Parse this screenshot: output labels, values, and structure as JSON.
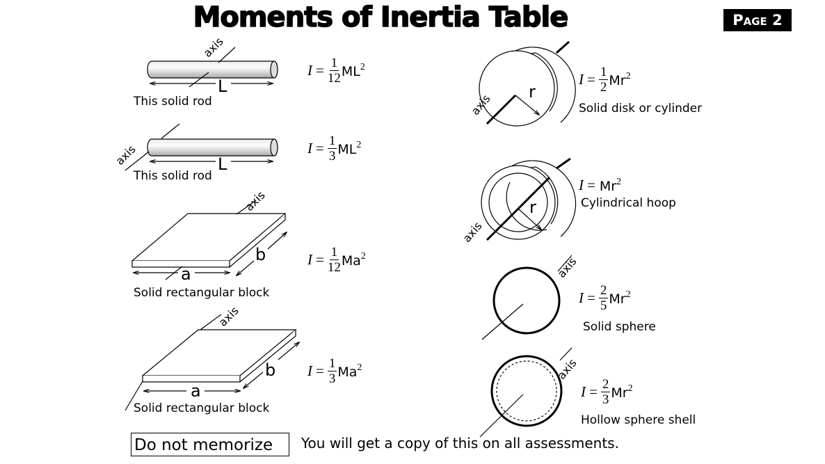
{
  "title": "Moments of Inertia Table",
  "page_badge": "Page 2",
  "axis_label": "axis",
  "items": [
    {
      "label": "This solid rod",
      "dim": "L",
      "I": "I",
      "eq": "=",
      "num": "1",
      "den": "12",
      "expr": "ML",
      "pow": "2"
    },
    {
      "label": "This solid rod",
      "dim": "L",
      "I": "I",
      "eq": "=",
      "num": "1",
      "den": "3",
      "expr": "ML",
      "pow": "2"
    },
    {
      "label": "Solid rectangular block",
      "dim_a": "a",
      "dim_b": "b",
      "I": "I",
      "eq": "=",
      "num": "1",
      "den": "12",
      "expr": "Ma",
      "pow": "2"
    },
    {
      "label": "Solid rectangular block",
      "dim_a": "a",
      "dim_b": "b",
      "I": "I",
      "eq": "=",
      "num": "1",
      "den": "3",
      "expr": "Ma",
      "pow": "2"
    },
    {
      "label": "Solid disk or cylinder",
      "dim": "r",
      "I": "I",
      "eq": "=",
      "num": "1",
      "den": "2",
      "expr": "Mr",
      "pow": "2"
    },
    {
      "label": "Cylindrical hoop",
      "dim": "r",
      "I": "I",
      "eq": "=",
      "expr": "Mr",
      "pow": "2"
    },
    {
      "label": "Solid sphere",
      "I": "I",
      "eq": "=",
      "num": "2",
      "den": "5",
      "expr": "Mr",
      "pow": "2"
    },
    {
      "label": "Hollow sphere shell",
      "I": "I",
      "eq": "=",
      "num": "2",
      "den": "3",
      "expr": "Mr",
      "pow": "2"
    }
  ],
  "footer": {
    "box": "Do not memorize",
    "note": "You will get a copy of this on all assessments."
  }
}
